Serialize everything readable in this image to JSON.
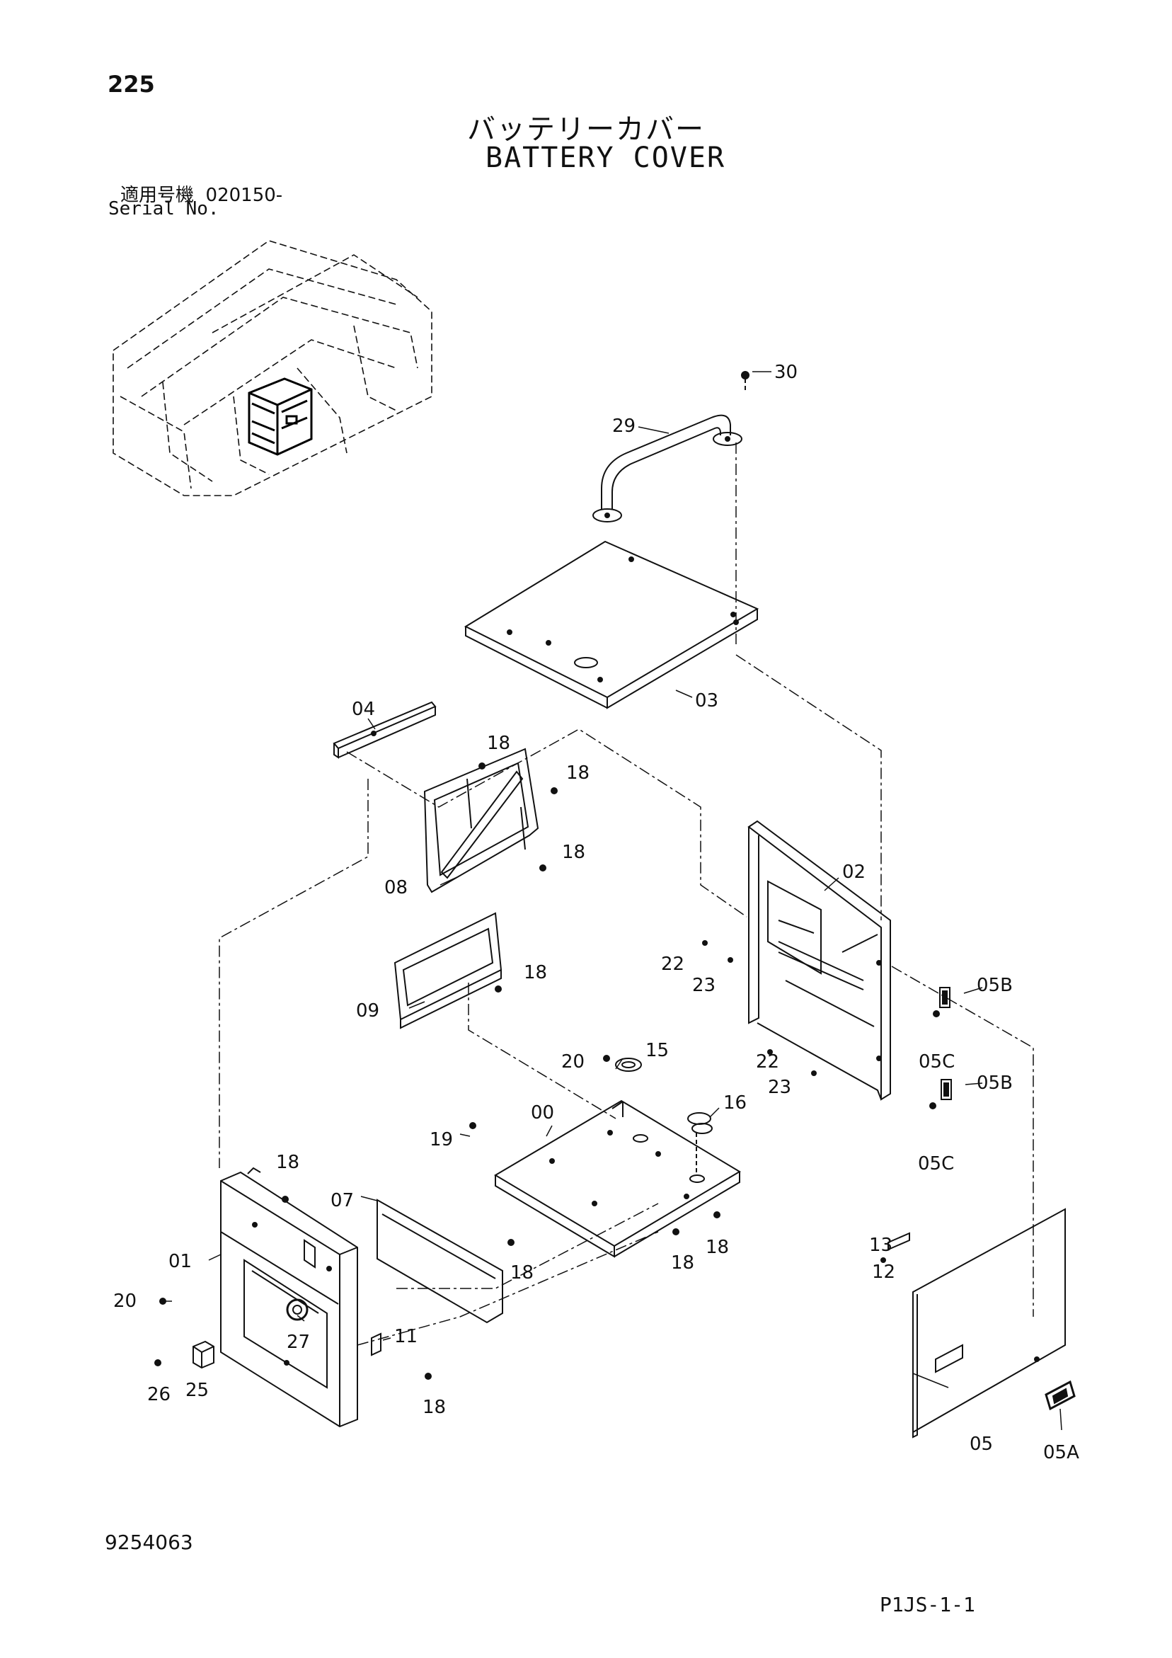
{
  "header": {
    "page_number": "225",
    "title_jp": "バッテリーカバー",
    "title_en": "BATTERY COVER",
    "serial_label_jp": "適用号機",
    "serial_range": "020150-",
    "serial_label_en": "Serial No."
  },
  "footer": {
    "document_code": "9254063",
    "sheet_code": "P1JS-1-1"
  },
  "callouts": {
    "c30": "30",
    "c29": "29",
    "c03": "03",
    "c04": "04",
    "c02": "02",
    "c08": "08",
    "c09": "09",
    "c00": "00",
    "c01": "01",
    "c07": "07",
    "c05": "05",
    "c05a": "05A",
    "c05b1": "05B",
    "c05b2": "05B",
    "c05c1": "05C",
    "c05c2": "05C",
    "c18a": "18",
    "c18b": "18",
    "c18c": "18",
    "c18d": "18",
    "c18e": "18",
    "c18f": "18",
    "c18g": "18",
    "c18h": "18",
    "c18i": "18",
    "c22a": "22",
    "c22b": "22",
    "c23a": "23",
    "c23b": "23",
    "c20a": "20",
    "c20b": "20",
    "c15": "15",
    "c16": "16",
    "c19": "19",
    "c13": "13",
    "c12": "12",
    "c11": "11",
    "c27": "27",
    "c26": "26",
    "c25": "25"
  }
}
